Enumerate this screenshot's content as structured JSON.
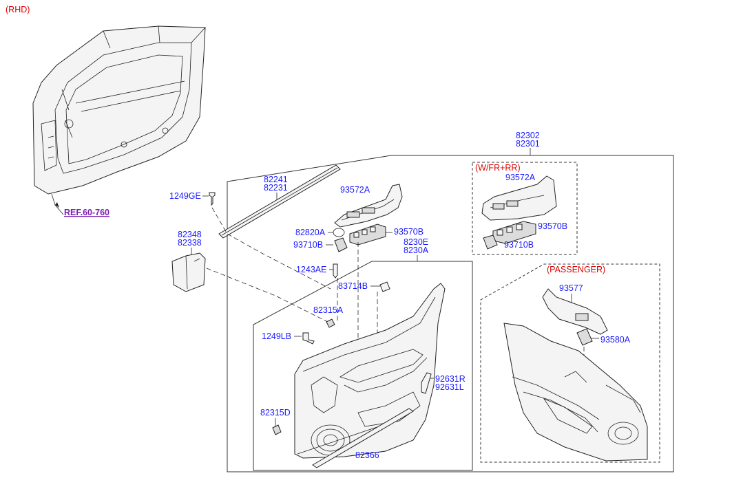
{
  "labels": {
    "rhd": "(RHD)",
    "ref": "REF.60-760",
    "p82302": "82302",
    "p82301": "82301",
    "wfrrr": "(W/FR+RR)",
    "p93572a_opt": "93572A",
    "p93570b_opt": "93570B",
    "p93710b_opt": "93710B",
    "p82241": "82241",
    "p82231": "82231",
    "p1249ge": "1249GE",
    "p93572a": "93572A",
    "p82820a": "82820A",
    "p93570b": "93570B",
    "p93710b": "93710B",
    "p8230e": "8230E",
    "p8230a": "8230A",
    "p82348": "82348",
    "p82338": "82338",
    "p1243ae": "1243AE",
    "p83714b": "83714B",
    "p82315a": "82315A",
    "p1249lb": "1249LB",
    "p92631r": "92631R",
    "p92631l": "92631L",
    "p82315d": "82315D",
    "p82366": "82366",
    "passenger": "(PASSENGER)",
    "p93577": "93577",
    "p93580a": "93580A"
  }
}
